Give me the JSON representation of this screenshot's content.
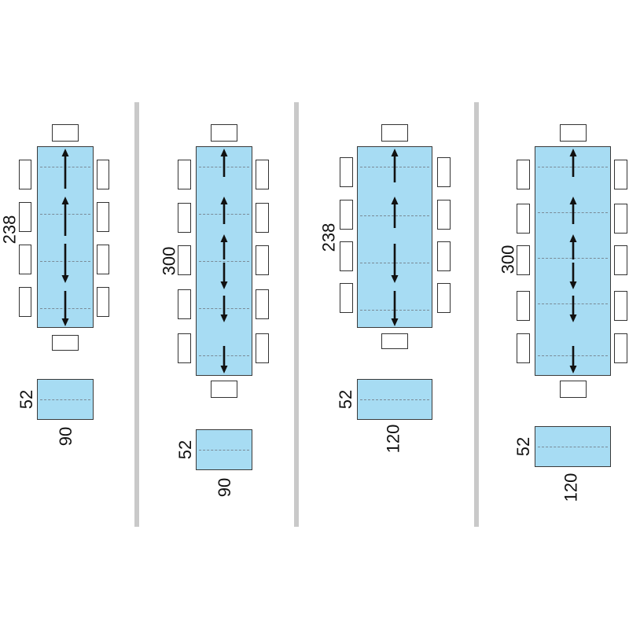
{
  "colors": {
    "table_fill": "#a7dcf3",
    "divider": "#c9c9c9",
    "outline": "#333333"
  },
  "layouts": [
    {
      "length_label": "238",
      "width_label": "90",
      "depth_label": "52",
      "seats_per_side": 4,
      "extension_arrows": [
        "up",
        "up",
        "down",
        "down"
      ]
    },
    {
      "length_label": "300",
      "width_label": "90",
      "depth_label": "52",
      "seats_per_side": 5,
      "extension_arrows": [
        "up",
        "up",
        "up",
        "down",
        "down",
        "down"
      ]
    },
    {
      "length_label": "238",
      "width_label": "120",
      "depth_label": "52",
      "seats_per_side": 4,
      "extension_arrows": [
        "up",
        "up",
        "down",
        "down"
      ]
    },
    {
      "length_label": "300",
      "width_label": "120",
      "depth_label": "52",
      "seats_per_side": 5,
      "extension_arrows": [
        "up",
        "up",
        "up",
        "down",
        "down",
        "down"
      ]
    }
  ]
}
